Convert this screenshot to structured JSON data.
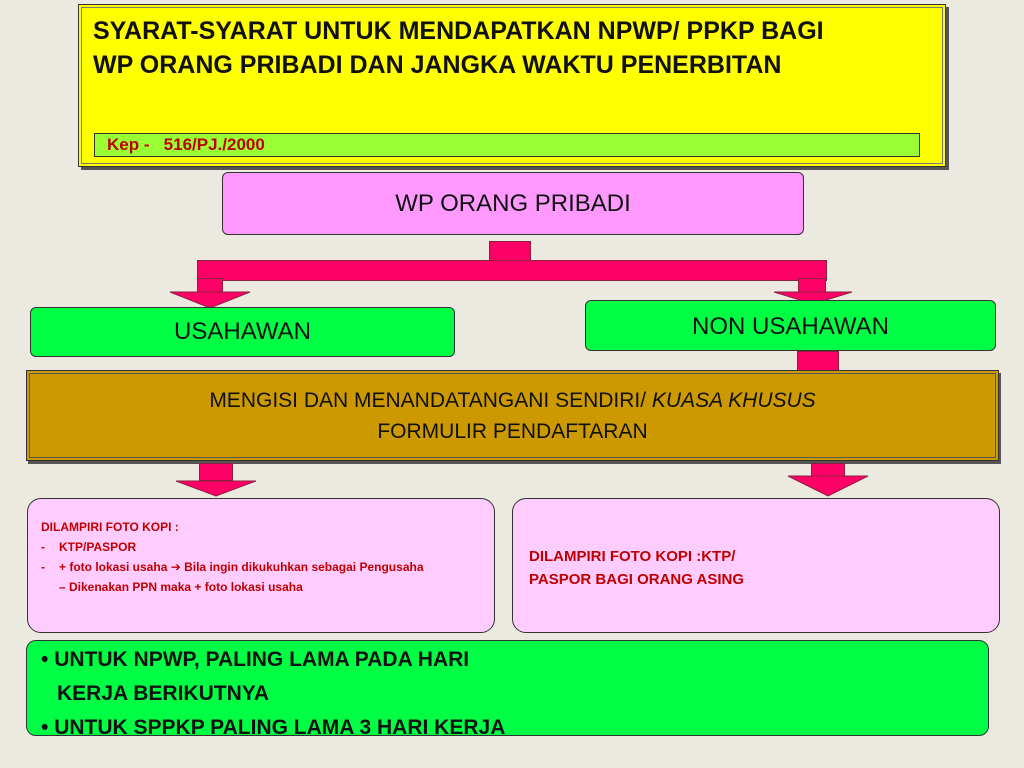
{
  "title": {
    "line1": "SYARAT-SYARAT UNTUK MENDAPATKAN NPWP/ PPKP BAGI",
    "line2": "WP ORANG PRIBADI DAN JANGKA WAKTU PENERBITAN",
    "kep": "Kep -   516/PJ./2000"
  },
  "root": {
    "label": "WP ORANG PRIBADI"
  },
  "branches": {
    "left": "USAHAWAN",
    "right": "NON USAHAWAN"
  },
  "form_band": {
    "line1_prefix": "MENGISI DAN MENANDATANGANI SENDIRI/ ",
    "line1_italic": "KUASA KHUSUS",
    "line2": "FORMULIR PENDAFTARAN"
  },
  "attach_left": {
    "heading": "DILAMPIRI FOTO KOPI :",
    "item1_dash": "-",
    "item1": "KTP/PASPOR",
    "item2_dash": "-",
    "item2_a": "+ foto lokasi usaha ",
    "arrow": "➔",
    "item2_b": " Bila ingin dikukuhkan sebagai Pengusaha",
    "item2_c": "– Dikenakan PPN maka + foto lokasi usaha"
  },
  "attach_right": {
    "line1": "DILAMPIRI FOTO KOPI :KTP/",
    "line2": "PASPOR BAGI ORANG ASING"
  },
  "bottom": {
    "bullet": "•",
    "line1": "UNTUK NPWP, PALING LAMA PADA HARI",
    "line2": "KERJA BERIKUTNYA",
    "line3": "UNTUK SPPKP PALING LAMA 3 HARI KERJA"
  },
  "colors": {
    "title_bg": "#ffff00",
    "kep_bg": "#99ff33",
    "root_bg": "#ff99ff",
    "branch_bg": "#00ff44",
    "band_bg": "#cc9900",
    "attach_bg": "#ffccff",
    "connector": "#ff0066",
    "accent_text": "#c00000"
  }
}
